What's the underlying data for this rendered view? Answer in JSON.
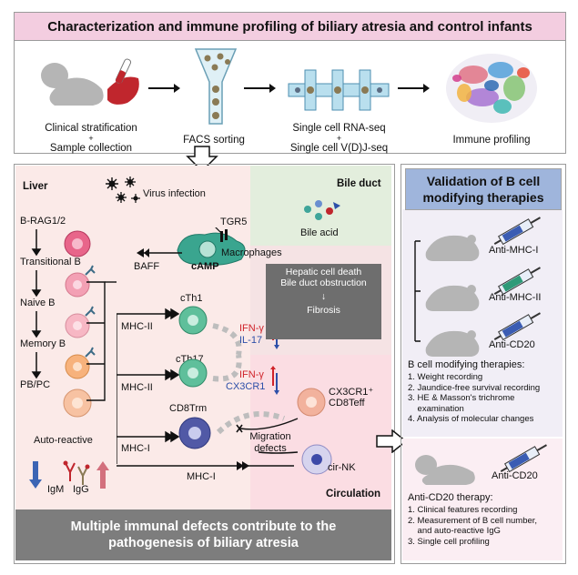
{
  "title": "Characterization and immune profiling of biliary atresia and control infants",
  "workflow": {
    "step1": {
      "line1": "Clinical stratification",
      "plus": "+",
      "line2": "Sample collection"
    },
    "step2": "FACS sorting",
    "step3": {
      "line1": "Single cell RNA-seq",
      "plus": "+",
      "line2": "Single cell V(D)J-seq"
    },
    "step4": "Immune profiling"
  },
  "mechanism": {
    "liver_label": "Liver",
    "bile_duct_label": "Bile duct",
    "circulation_label": "Circulation",
    "virus_infection": "Virus infection",
    "bile_acid": "Bile acid",
    "tgr5": "TGR5",
    "camp": "cAMP",
    "macrophages": "Macrophages",
    "baff": "BAFF",
    "b_lineage": [
      "B-RAG1/2",
      "Transitional B",
      "Naive B",
      "Memory B",
      "PB/PC"
    ],
    "auto_reactive": "Auto-reactive",
    "igm": "IgM",
    "igg": "IgG",
    "mhc2_a": "MHC-II",
    "mhc2_b": "MHC-II",
    "mhc1_a": "MHC-I",
    "mhc1_b": "MHC-I",
    "cth1": "cTh1",
    "cth17": "cTh17",
    "cd8trm": "CD8Trm",
    "ifng_a": "IFN-γ",
    "il17": "IL-17",
    "ifng_b": "IFN-γ",
    "cx3cr1": "CX3CR1",
    "cx3cr1_cd8": "CX3CR1⁺",
    "cd8teff": "CD8Teff",
    "migration_defects": "Migration defects",
    "cir_nk": "cir-NK",
    "hepatic": {
      "line1": "Hepatic cell death",
      "line2": "Bile duct obstruction",
      "arrow": "↓",
      "fibrosis": "Fibrosis"
    }
  },
  "bottom_banner": {
    "line1": "Multiple immunal defects contribute to the",
    "line2": "pathogenesis of biliary atresia"
  },
  "validation": {
    "title_line1": "Validation of B cell",
    "title_line2": "modifying therapies",
    "anti_mhc1": "Anti-MHC-I",
    "anti_mhc2": "Anti-MHC-II",
    "anti_cd20_a": "Anti-CD20",
    "b_cell_heading": "B cell modifying therapies:",
    "b_cell_items": [
      "1. Weight recording",
      "2. Jaundice-free survival recording",
      "3. HE & Masson's trichrome",
      "    examination",
      "4. Analysis of molecular changes"
    ],
    "anti_cd20_b": "Anti-CD20",
    "cd20_heading": "Anti-CD20 therapy:",
    "cd20_items": [
      "1. Clinical features recording",
      "2. Measurement of B cell number,",
      "    and auto-reactive IgG",
      "3. Single cell profiling"
    ]
  },
  "colors": {
    "title_bg": "#f3cde0",
    "liver_bg": "#fbeae8",
    "bile_bg": "#e3eedd",
    "circ_bg": "#fbdde3",
    "validation_title_bg": "#9fb5dc",
    "validation_bg": "#f1eef6",
    "cd20_bg": "#fbeef3",
    "red": "#d0232a",
    "blue": "#2d4fa8",
    "banner_gray": "#7d7d7d"
  }
}
